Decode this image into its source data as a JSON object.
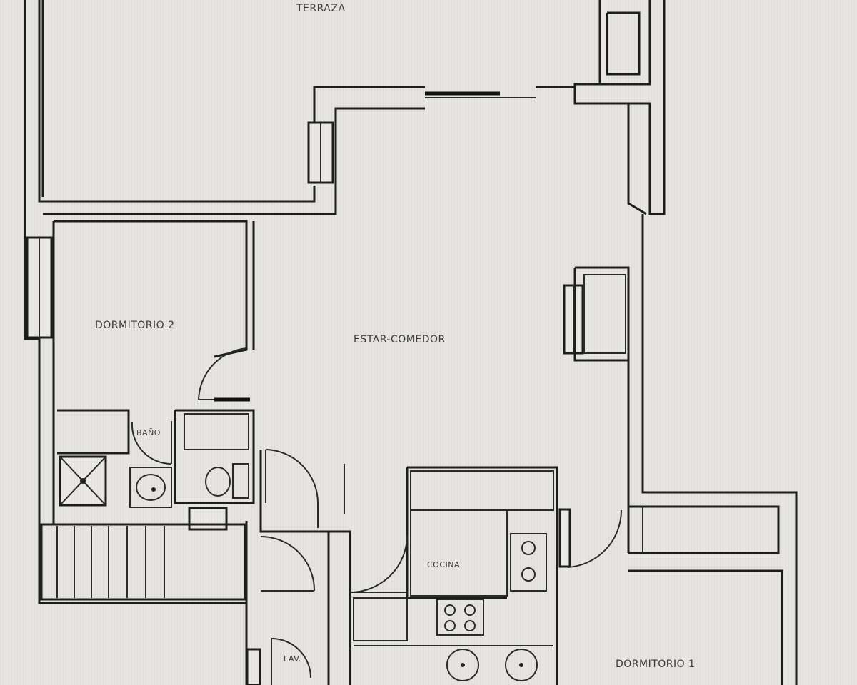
{
  "labels": {
    "terrace": "TERRAZA",
    "bedroom2": "DORMITORIO 2",
    "living_dining": "ESTAR-COMEDOR",
    "bath": "BAÑO",
    "kitchen": "COCINA",
    "laundry": "LAV.",
    "bedroom1": "DORMITORIO 1"
  },
  "colors": {
    "background": "#e7e5e1",
    "wall": "#1d1d1d",
    "label": "#3a3a3a"
  }
}
